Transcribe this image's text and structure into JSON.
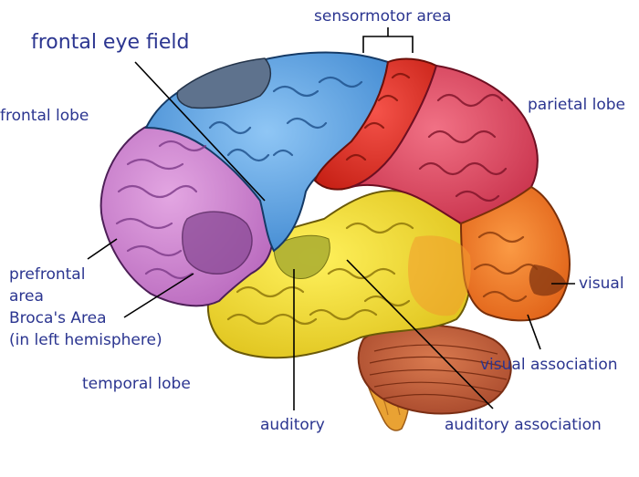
{
  "labels": {
    "frontal_eye_field": "frontal eye field",
    "sensorimotor_area": "sensormotor area",
    "frontal_lobe": "frontal lobe",
    "parietal_lobe": "parietal lobe",
    "prefrontal_area_line1": "prefrontal",
    "prefrontal_area_line2": "area",
    "brocas_area": "Broca's Area",
    "left_hemisphere_note": "(in left hemisphere)",
    "visual": "visual",
    "visual_association": "visual association",
    "temporal_lobe": "temporal lobe",
    "auditory": "auditory",
    "auditory_association": "auditory association"
  },
  "colors": {
    "label_text": "#2b3590",
    "frontal_lobe": "#c779c9",
    "prefrontal_dark": "#7a3f88",
    "frontal_eye_field": "#566b86",
    "premotor_blue": "#5aa2e0",
    "sensorimotor_red": "#e23a2e",
    "parietal_pink": "#e04a63",
    "occipital_orange": "#f07a24",
    "temporal_yellow": "#e8d42c",
    "auditory_olive": "#b0b030",
    "cerebellum": "#c4623a",
    "brainstem": "#e8a030"
  }
}
